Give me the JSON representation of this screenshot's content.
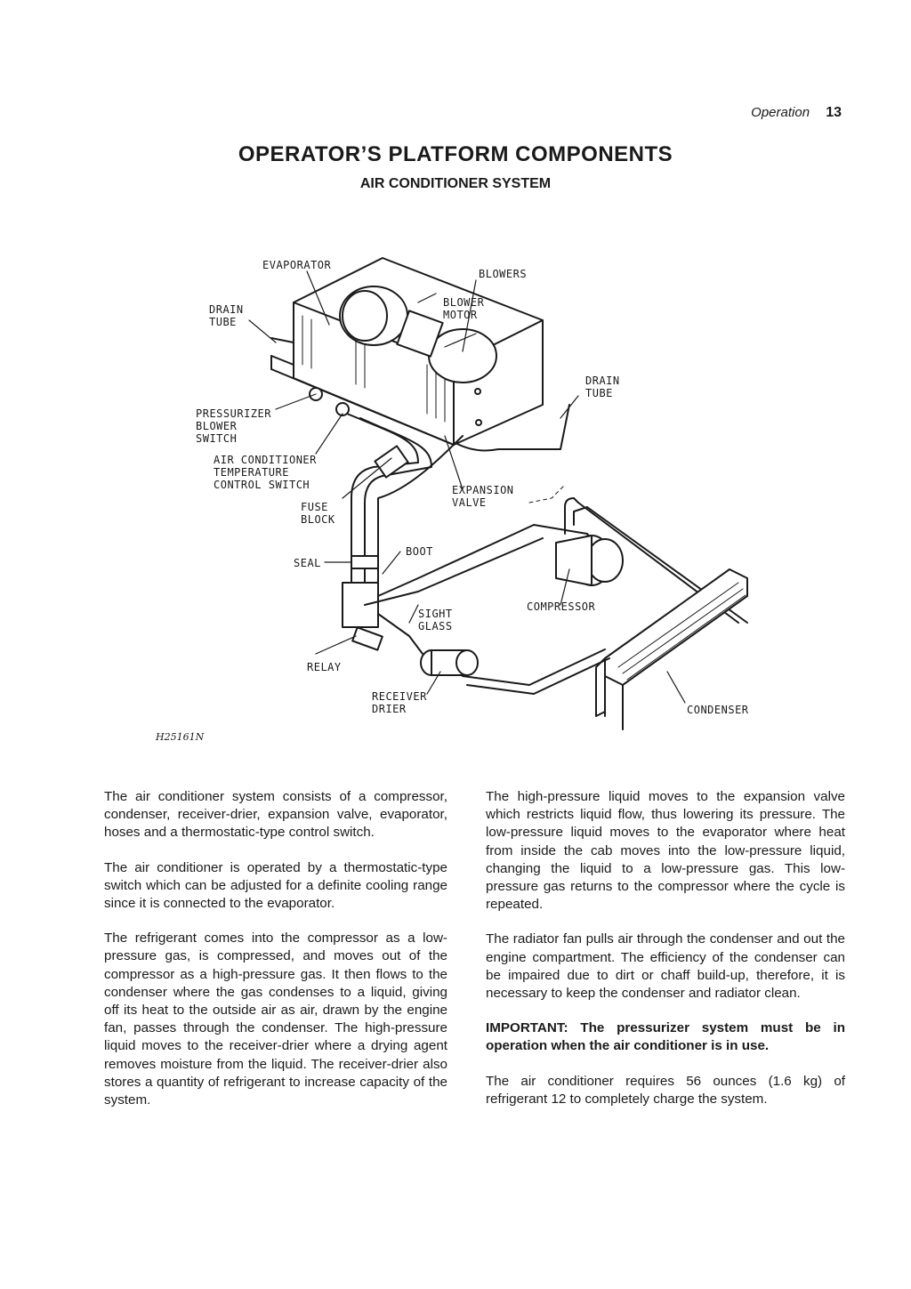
{
  "running_head": {
    "section": "Operation",
    "page": "13"
  },
  "title": "OPERATOR’S PLATFORM COMPONENTS",
  "subtitle": "AIR CONDITIONER SYSTEM",
  "figure": {
    "id": "H25161N",
    "callouts": {
      "evaporator": "EVAPORATOR",
      "blowers": "BLOWERS",
      "drain_tube_left_1": "DRAIN",
      "drain_tube_left_2": "TUBE",
      "blower_motor_1": "BLOWER",
      "blower_motor_2": "MOTOR",
      "drain_tube_right_1": "DRAIN",
      "drain_tube_right_2": "TUBE",
      "pressurizer_1": "PRESSURIZER",
      "pressurizer_2": "BLOWER",
      "pressurizer_3": "SWITCH",
      "temp_control_1": "AIR CONDITIONER",
      "temp_control_2": "TEMPERATURE",
      "temp_control_3": "CONTROL SWITCH",
      "fuse_block_1": "FUSE",
      "fuse_block_2": "BLOCK",
      "expansion_valve_1": "EXPANSION",
      "expansion_valve_2": "VALVE",
      "boot": "BOOT",
      "seal": "SEAL",
      "sight_glass_1": "SIGHT",
      "sight_glass_2": "GLASS",
      "compressor": "COMPRESSOR",
      "relay": "RELAY",
      "receiver_drier_1": "RECEIVER",
      "receiver_drier_2": "DRIER",
      "condenser": "CONDENSER"
    }
  },
  "body": {
    "left": [
      "The air conditioner system consists of a compressor, condenser, receiver-drier, expansion valve, evaporator, hoses and a thermostatic-type control switch.",
      "The air conditioner is operated by a thermostatic-type switch which can be adjusted for a definite cooling range since it is connected to the evaporator.",
      "The refrigerant comes into the compressor as a low-pressure gas, is compressed, and moves out of the compressor as a high-pressure gas. It then flows to the condenser where the gas condenses to a liquid, giving off its heat to the outside air as air, drawn by the engine fan, passes through the condenser. The high-pressure liquid moves to the receiver-drier where a drying agent removes moisture from the liquid. The receiver-drier also stores a quantity of refrigerant to increase capacity of the system."
    ],
    "right": [
      "The high-pressure liquid moves to the expansion valve which restricts liquid flow, thus lowering its pressure. The low-pressure liquid moves to the evaporator where heat from inside the cab moves into the low-pressure liquid, changing the liquid to a low-pressure gas. This low-pressure gas returns to the compressor where the cycle is repeated.",
      "The radiator fan pulls air through the condenser and out the engine compartment. The efficiency of the condenser can be impaired due to dirt or chaff build-up, therefore, it is necessary to keep the condenser and radiator clean.",
      "IMPORTANT: The pressurizer system must be in operation when the air conditioner is in use.",
      "The air conditioner requires 56 ounces (1.6 kg) of refrigerant 12 to completely charge the system."
    ]
  }
}
